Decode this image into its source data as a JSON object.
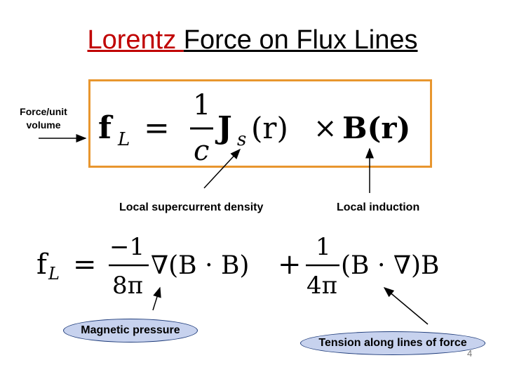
{
  "slide": {
    "title_part1": "Lorentz ",
    "title_part2": "Force on Flux Lines",
    "side_label_line1": "Force/unit",
    "side_label_line2": "volume",
    "label_supercurrent": "Local supercurrent density",
    "label_induction": "Local induction",
    "label_pressure": "Magnetic pressure",
    "label_tension": "Tension along lines of force",
    "page_number": "4"
  },
  "equation1": {
    "lhs": "f",
    "lhs_sub": "L",
    "equals": "=",
    "numerator": "1",
    "denominator": "c",
    "J": "J",
    "J_sub": "s",
    "J_arg": "(r)",
    "cross": "×",
    "B": "B(r)"
  },
  "equation2": {
    "lhs": "f",
    "lhs_sub": "L",
    "equals": "=",
    "frac1_num": "−1",
    "frac1_den": "8π",
    "term1": "∇(B · B)",
    "plus": "+",
    "frac2_num": "1",
    "frac2_den": "4π",
    "term2": "(B · ∇)B"
  },
  "colors": {
    "title_accent": "#c00000",
    "box_border": "#e8962e",
    "ellipse_fill": "#c7d2ee",
    "ellipse_border": "#1f3c7a"
  }
}
